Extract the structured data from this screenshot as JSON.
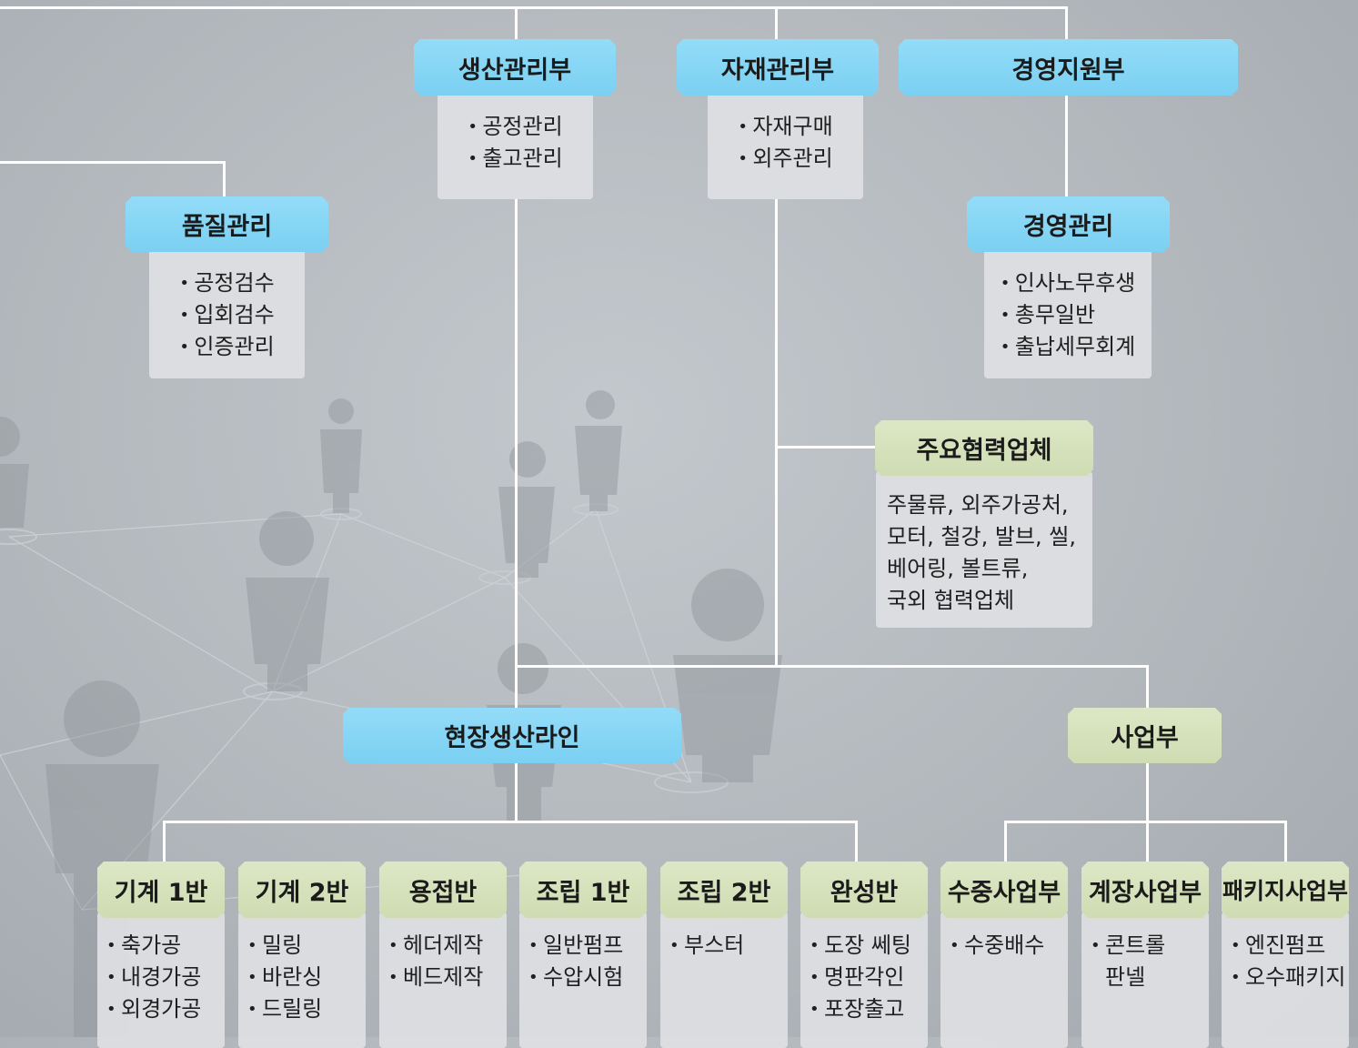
{
  "departments": {
    "production": {
      "title": "생산관리부",
      "items": [
        "공정관리",
        "출고관리"
      ]
    },
    "materials": {
      "title": "자재관리부",
      "items": [
        "자재구매",
        "외주관리"
      ]
    },
    "support": {
      "title": "경영지원부"
    },
    "quality": {
      "title": "품질관리",
      "items": [
        "공정검수",
        "입회검수",
        "인증관리"
      ]
    },
    "management": {
      "title": "경영관리",
      "items": [
        "인사노무후생",
        "총무일반",
        "출납세무회계"
      ]
    },
    "partners": {
      "title": "주요협력업체",
      "lines": [
        "주물류, 외주가공처,",
        "모터, 철강, 발브, 씰,",
        "베어링, 볼트류,",
        "국외 협력업체"
      ]
    }
  },
  "field_line": {
    "title": "현장생산라인"
  },
  "business": {
    "title": "사업부"
  },
  "teams": [
    {
      "title": "기계 1반",
      "items": [
        "축가공",
        "내경가공",
        "외경가공"
      ]
    },
    {
      "title": "기계 2반",
      "items": [
        "밀링",
        "바란싱",
        "드릴링"
      ]
    },
    {
      "title": "용접반",
      "items": [
        "헤더제작",
        "베드제작"
      ]
    },
    {
      "title": "조립 1반",
      "items": [
        "일반펌프",
        "수압시험"
      ]
    },
    {
      "title": "조립 2반",
      "items": [
        "부스터"
      ]
    },
    {
      "title": "완성반",
      "items": [
        "도장 쎄팅",
        "명판각인",
        "포장출고"
      ]
    },
    {
      "title": "수중사업부",
      "items": [
        "수중배수"
      ]
    },
    {
      "title": "계장사업부",
      "items": [
        "콘트롤",
        "판넬"
      ]
    },
    {
      "title": "패키지사업부",
      "items": [
        "엔진펌프",
        "오수패키지"
      ]
    }
  ],
  "colors": {
    "dept_box": "#86d6f5",
    "partner_box": "#d6e1bd",
    "panel": "#dedfe2",
    "connector": "#ffffff"
  },
  "bullet": "•"
}
